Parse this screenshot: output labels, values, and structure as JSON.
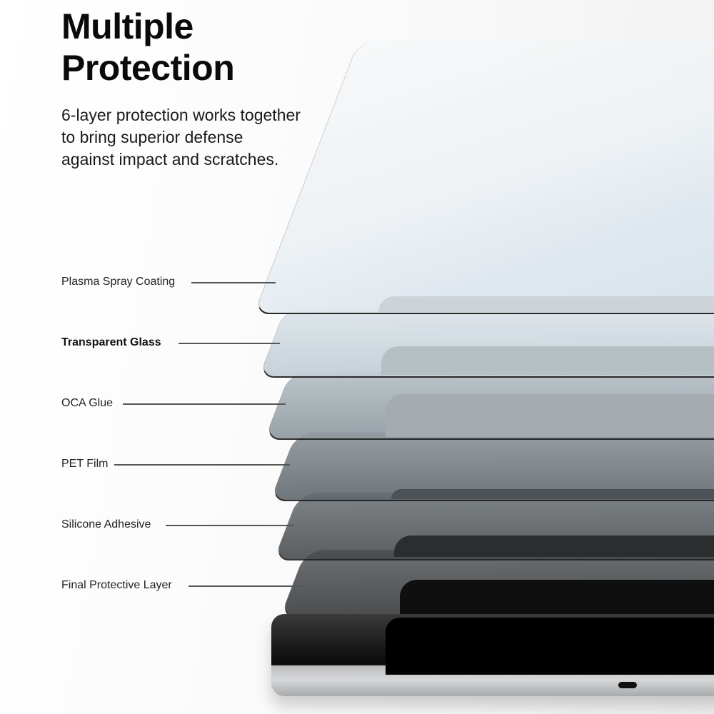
{
  "heading": {
    "title_line1": "Multiple",
    "title_line2": "Protection",
    "subtitle_line1": "6-layer protection works together",
    "subtitle_line2": "to bring superior defense",
    "subtitle_line3": "against impact and scratches."
  },
  "layers": [
    {
      "label": "Plasma Spray Coating",
      "bold": false
    },
    {
      "label": "Transparent Glass",
      "bold": true
    },
    {
      "label": "OCA Glue",
      "bold": false
    },
    {
      "label": "PET Film",
      "bold": false
    },
    {
      "label": "Silicone Adhesive",
      "bold": false
    },
    {
      "label": "Final Protective Layer",
      "bold": false
    }
  ],
  "colors": {
    "sheet_1": "#f3f6f8",
    "sheet_2": "#dbe7f0",
    "sheet_3": "#c9d3da",
    "sheet_4": "#9aa3a8",
    "sheet_5": "#5c6267",
    "sheet_6": "#2a2c2e",
    "device_frame": "#c8c9cb",
    "screen": "#000000"
  }
}
